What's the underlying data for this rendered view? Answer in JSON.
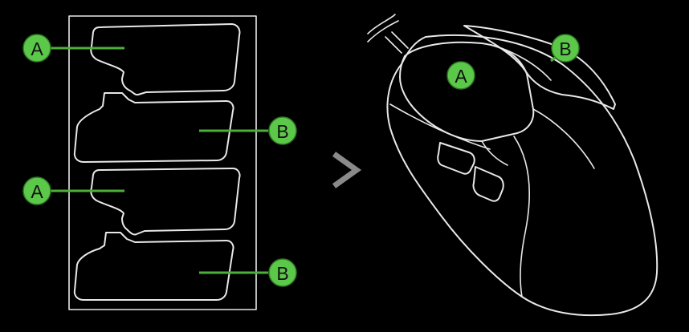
{
  "colors": {
    "background": "#000000",
    "line_art": "#e8e8e8",
    "badge_fill": "#5cc84a",
    "leader_line": "#4caf3a",
    "arrow": "#8a8a8a"
  },
  "sheet_labels": {
    "grip_1": "A",
    "grip_2": "B",
    "grip_3": "A",
    "grip_4": "B"
  },
  "mouse_labels": {
    "left_side": "A",
    "right_side": "B"
  },
  "icons": {
    "step_arrow": "chevron-right-icon"
  }
}
